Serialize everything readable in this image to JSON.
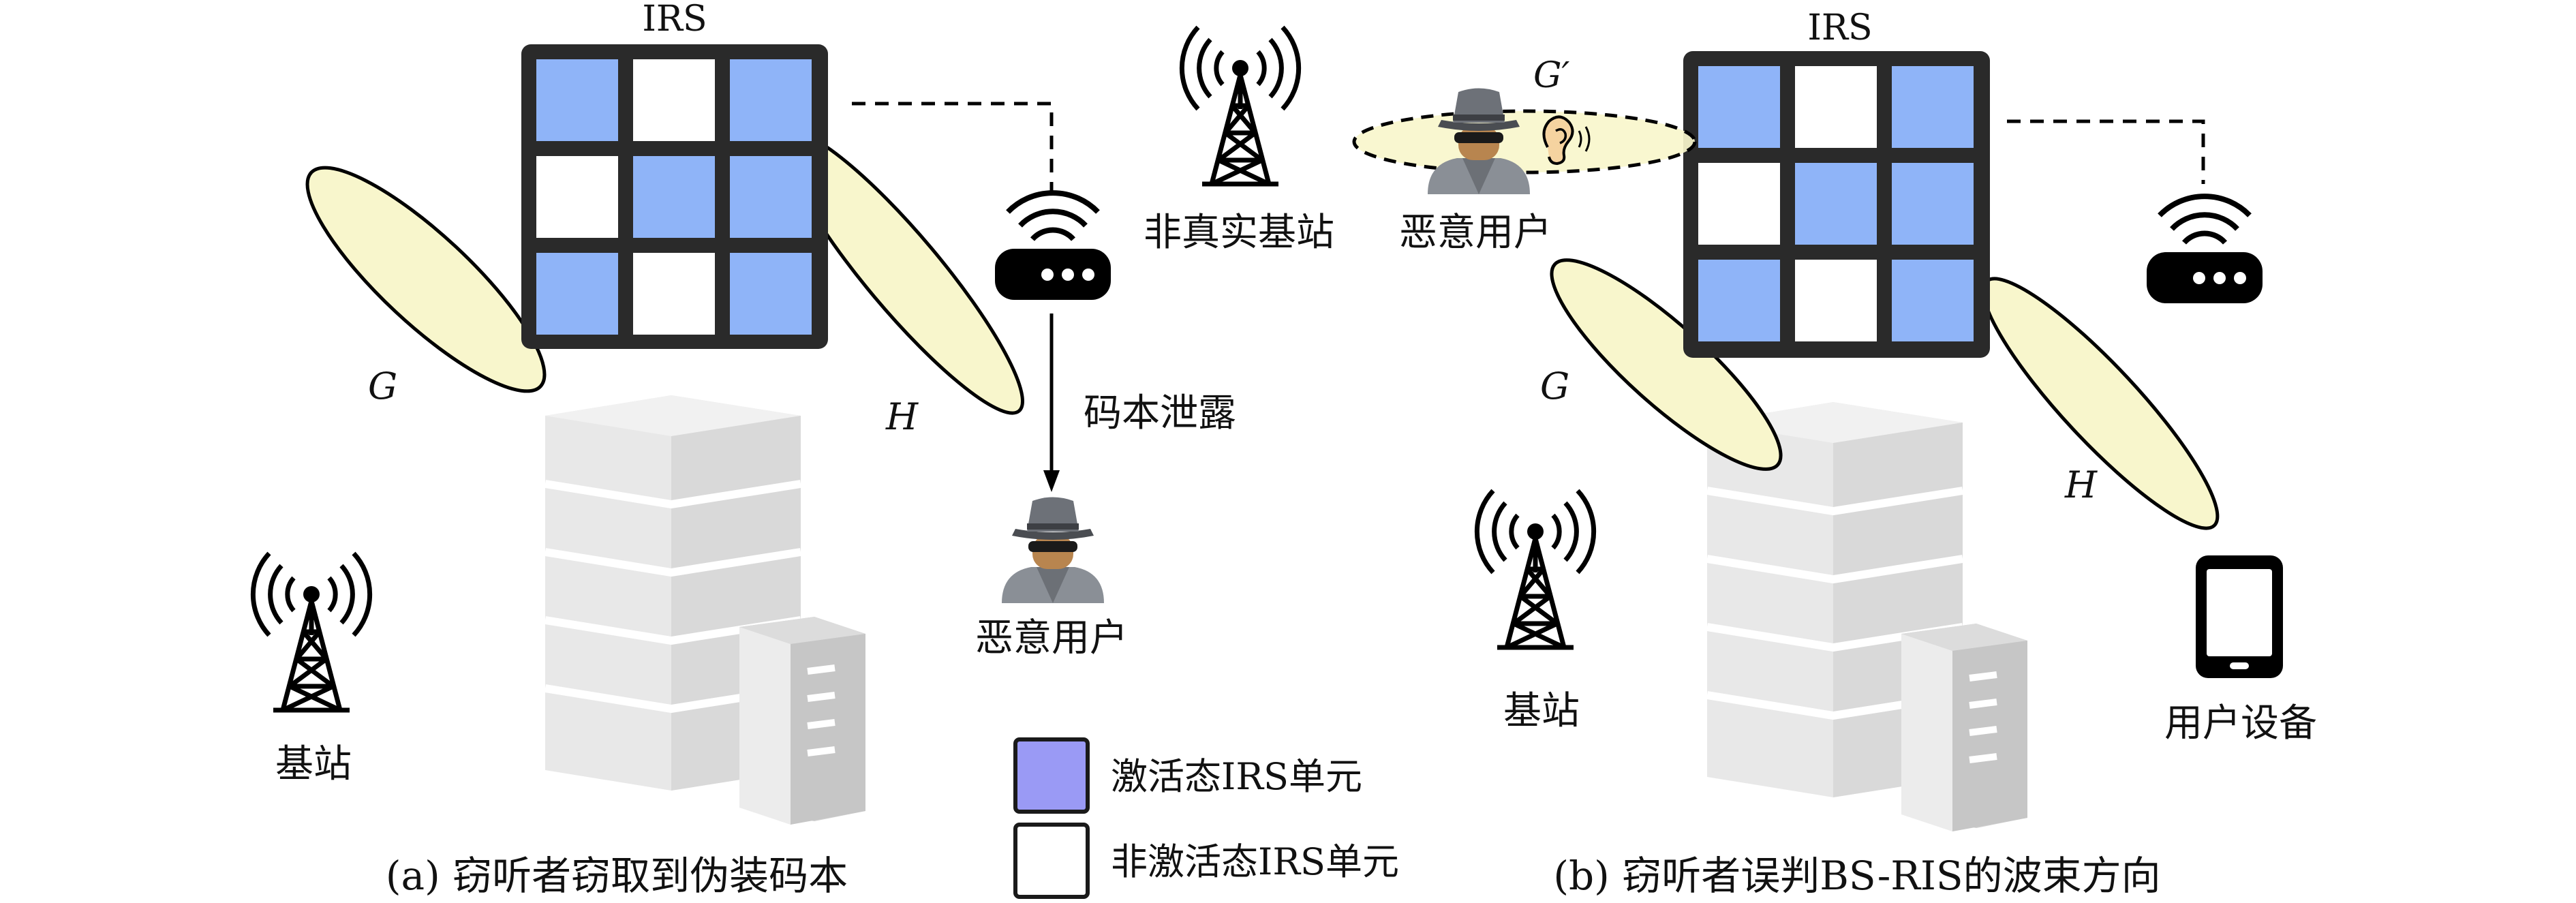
{
  "panel_a": {
    "irs_label": "IRS",
    "base_station_label": "基站",
    "malicious_user_label": "恶意用户",
    "leak_label": "码本泄露",
    "channel_g": "G",
    "channel_h": "H",
    "caption": "(a) 窃听者窃取到伪装码本",
    "irs_grid": [
      [
        1,
        0,
        1
      ],
      [
        0,
        1,
        1
      ],
      [
        1,
        0,
        1
      ]
    ]
  },
  "panel_b": {
    "irs_label": "IRS",
    "fake_bs_label": "非真实基站",
    "malicious_user_label": "恶意用户",
    "base_station_label": "基站",
    "user_device_label": "用户设备",
    "channel_g": "G",
    "channel_g_prime": "G′",
    "channel_h": "H",
    "caption": "(b) 窃听者误判BS-RIS的波束方向",
    "irs_grid": [
      [
        1,
        0,
        1
      ],
      [
        0,
        1,
        1
      ],
      [
        1,
        0,
        1
      ]
    ]
  },
  "legend": {
    "active_label": "激活态IRS单元",
    "inactive_label": "非激活态IRS单元"
  },
  "colors": {
    "active_cell": "#8fb4f8",
    "inactive_cell": "#ffffff",
    "legend_active": "#9a9af5",
    "frame": "#2a2a2a",
    "beam_fill": "#f8f6cc",
    "building_light": "#ebebeb",
    "building_mid": "#d6d6d6",
    "building_dark": "#c4c4c4"
  }
}
